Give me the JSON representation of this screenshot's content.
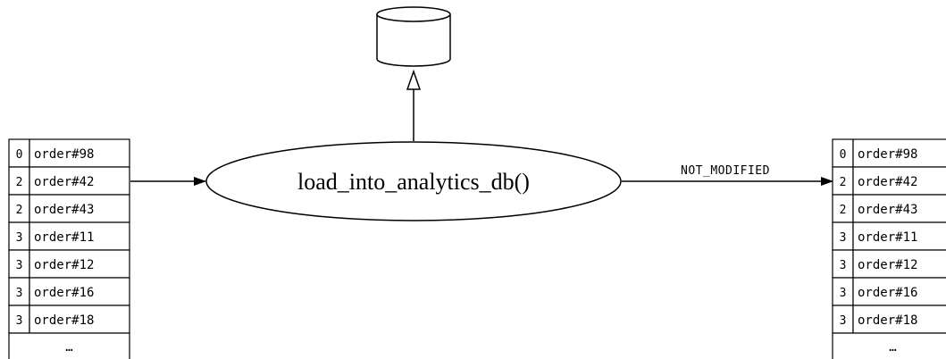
{
  "function_node": {
    "label": "load_into_analytics_db()"
  },
  "edge_output": {
    "label": "NOT_MODIFIED"
  },
  "input_table": {
    "rows": [
      {
        "index": "0",
        "value": "order#98"
      },
      {
        "index": "2",
        "value": "order#42"
      },
      {
        "index": "2",
        "value": "order#43"
      },
      {
        "index": "3",
        "value": "order#11"
      },
      {
        "index": "3",
        "value": "order#12"
      },
      {
        "index": "3",
        "value": "order#16"
      },
      {
        "index": "3",
        "value": "order#18"
      }
    ],
    "more": "…"
  },
  "output_table": {
    "rows": [
      {
        "index": "0",
        "value": "order#98"
      },
      {
        "index": "2",
        "value": "order#42"
      },
      {
        "index": "2",
        "value": "order#43"
      },
      {
        "index": "3",
        "value": "order#11"
      },
      {
        "index": "3",
        "value": "order#12"
      },
      {
        "index": "3",
        "value": "order#16"
      },
      {
        "index": "3",
        "value": "order#18"
      }
    ],
    "more": "…"
  }
}
